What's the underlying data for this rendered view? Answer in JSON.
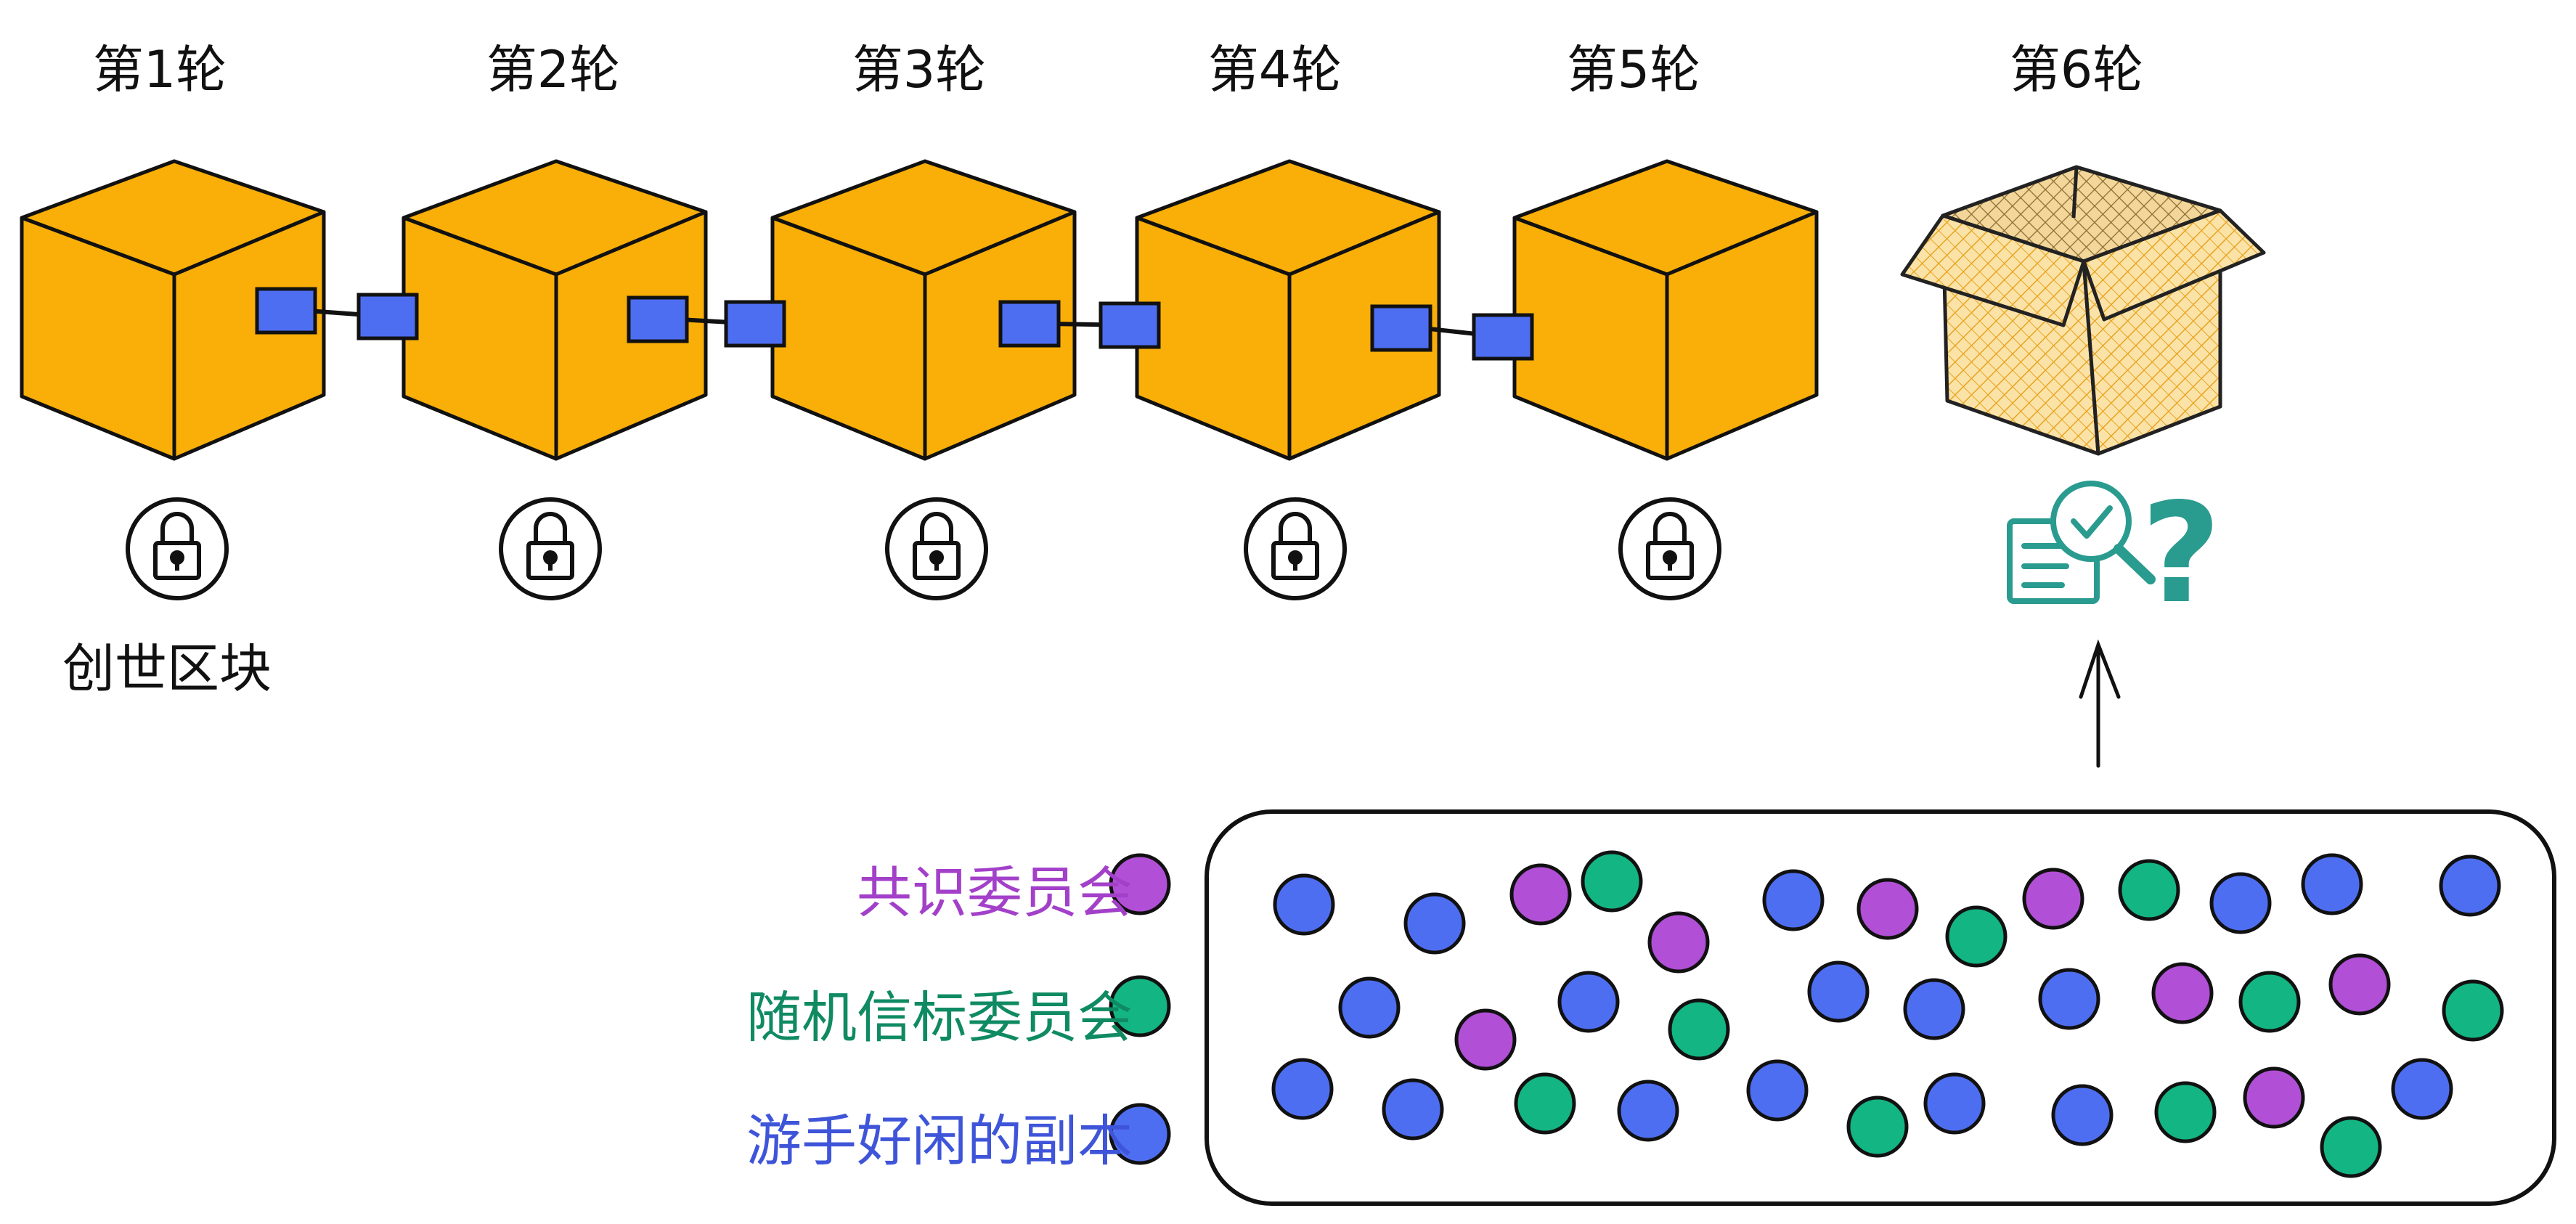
{
  "rounds": [
    "第1轮",
    "第2轮",
    "第3轮",
    "第4轮",
    "第5轮",
    "第6轮"
  ],
  "genesis_label": "创世区块",
  "legend": [
    {
      "label": "共识委员会",
      "color": "#b14fd6",
      "text_color": "#a340c9"
    },
    {
      "label": "随机信标委员会",
      "color": "#13b583",
      "text_color": "#0f8a62"
    },
    {
      "label": "游手好闲的副本",
      "color": "#4e6ef2",
      "text_color": "#3f55d9"
    }
  ],
  "colors": {
    "block": "#f9ae08",
    "link": "#4e6ef2",
    "outline": "#111111",
    "verify_icon": "#2a9b8f",
    "empty_box_fill": "#f9d98a"
  },
  "icons": {
    "lock": "lock-icon",
    "verify": "document-search-check-icon",
    "question": "question-mark-icon",
    "arrow": "arrow-up-icon"
  }
}
